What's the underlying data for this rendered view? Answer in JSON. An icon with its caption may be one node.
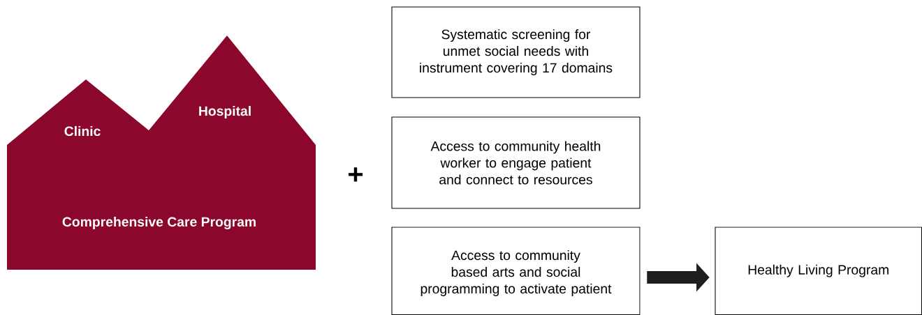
{
  "diagram": {
    "nodes": [
      {
        "text": [
          "Clinic",
          "Hospital",
          "Comprehensive Care Program"
        ]
      },
      {
        "text": [
          "Systematic screening for unmet social needs with instrument covering 17 domains"
        ]
      },
      {
        "text": [
          "Access to community health worker to engage patient and connect to resources"
        ]
      },
      {
        "text": [
          "Access to community based arts and social programming to activate patient"
        ]
      },
      {
        "text": [
          "Healthy Living Program"
        ]
      }
    ],
    "edges": [
      {
        "from": 3,
        "to": 4,
        "arrow": "to"
      }
    ],
    "labels": [
      "+"
    ]
  }
}
